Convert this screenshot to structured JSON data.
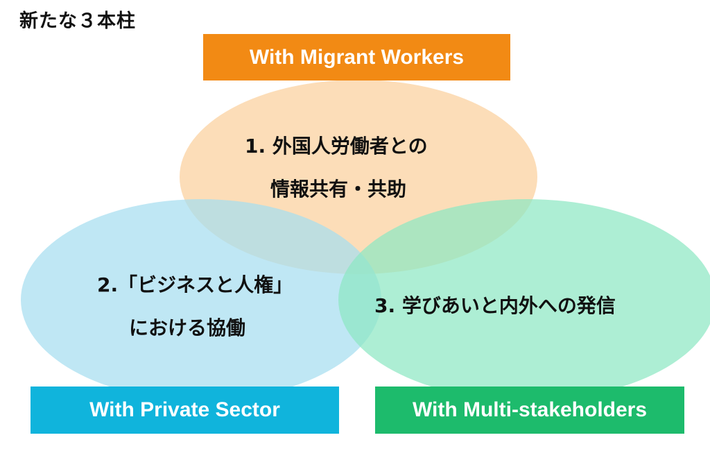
{
  "title": "新たな３本柱",
  "pillars": [
    {
      "label": "With Migrant Workers",
      "text_lines": [
        "1. 外国人労働者との",
        "情報共有・共助"
      ],
      "circle_color": "#fbd6a8",
      "label_color": "#f28a14"
    },
    {
      "label": "With Private Sector",
      "text_lines": [
        "2.「ビジネスと人権」",
        "における協働"
      ],
      "circle_color": "#a6def0",
      "label_color": "#10b4dc"
    },
    {
      "label": "With Multi-stakeholders",
      "text_lines": [
        "3. 学びあいと内外への発信"
      ],
      "circle_color": "#8ee8c4",
      "label_color": "#1dbb6c"
    }
  ]
}
